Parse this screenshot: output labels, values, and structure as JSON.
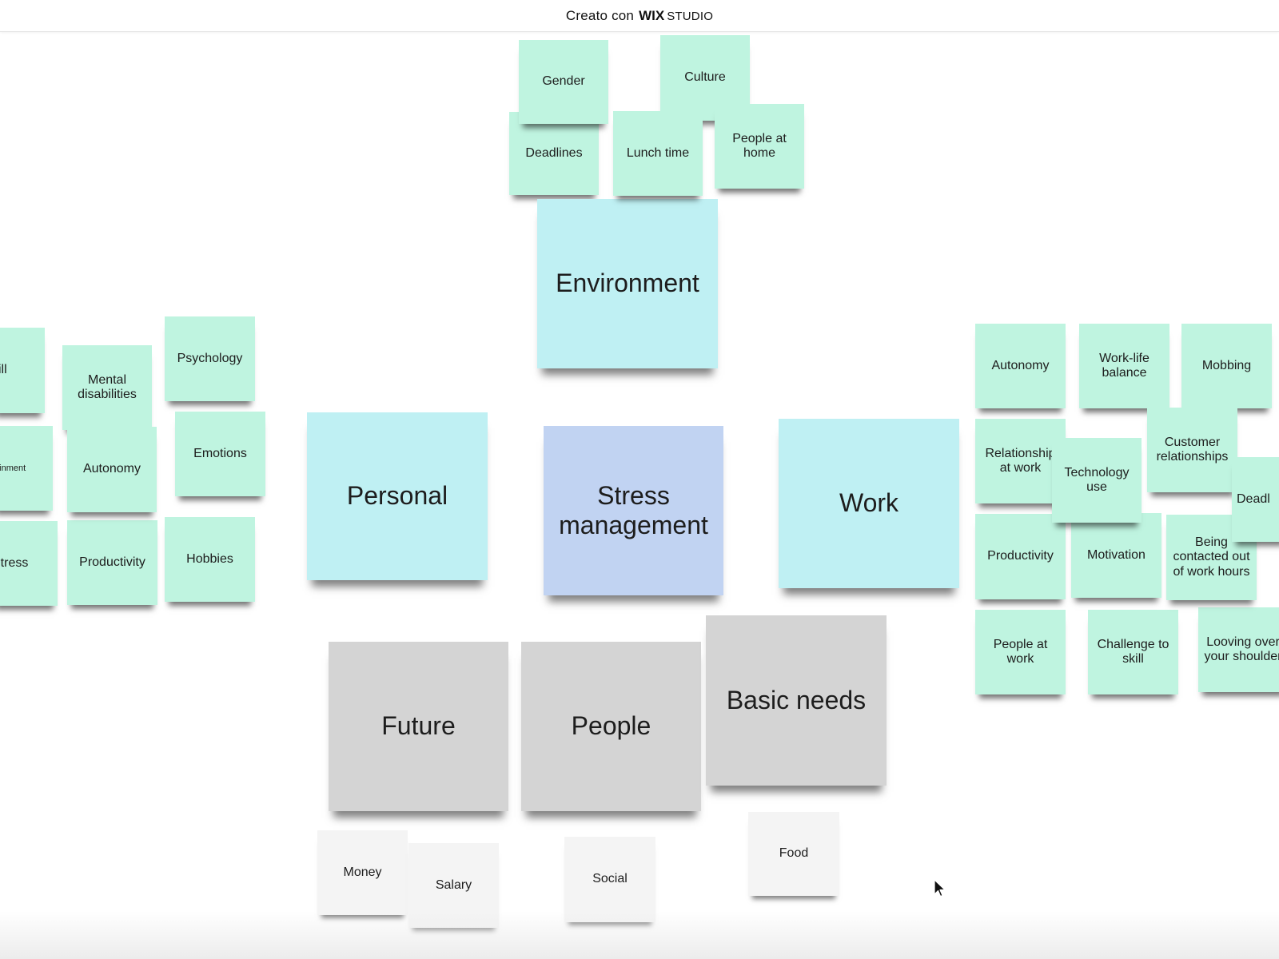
{
  "banner": {
    "prefix": "Creato con",
    "brand_bold": "WIX",
    "brand_light": "STUDIO"
  },
  "board": {
    "central": "Stress management",
    "categories": {
      "environment": "Environment",
      "personal": "Personal",
      "work": "Work",
      "future": "Future",
      "people": "People",
      "basic_needs": "Basic needs"
    },
    "environment_notes": {
      "gender": "Gender",
      "culture": "Culture",
      "deadlines": "Deadlines",
      "lunch_time": "Lunch time",
      "people_at_home": "People at home"
    },
    "personal_notes": {
      "skill": "kill",
      "mental_disabilities": "Mental disabilities",
      "psychology": "Psychology",
      "entertainment": "tainment",
      "autonomy": "Autonomy",
      "emotions": "Emotions",
      "stress": "Stress",
      "productivity": "Productivity",
      "hobbies": "Hobbies"
    },
    "work_notes": {
      "autonomy": "Autonomy",
      "work_life_balance": "Work-life balance",
      "mobbing": "Mobbing",
      "relationship_at_work": "Relationship at work",
      "technology_use": "Technology use",
      "customer_relationships": "Customer relationships",
      "deadlines": "Deadl",
      "productivity": "Productivity",
      "motivation": "Motivation",
      "being_contacted": "Being contacted out of work hours",
      "people_at_work": "People at work",
      "challenge_to_skill": "Challenge to skill",
      "looking_over_shoulder": "Looving over your shoulder"
    },
    "sub_notes": {
      "money": "Money",
      "salary": "Salary",
      "social": "Social",
      "food": "Food"
    }
  },
  "colors": {
    "mint": "#bff4e0",
    "cyan": "#bff0f3",
    "lavender": "#c1d3f2",
    "gray": "#d4d4d4",
    "paper": "#f4f4f4"
  },
  "cursor_icon": "mouse-pointer-icon"
}
